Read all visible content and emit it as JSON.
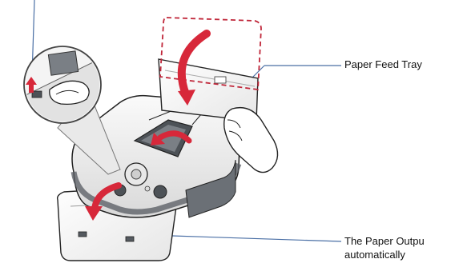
{
  "labels": {
    "paper_feed_tray": "Paper Feed Tray",
    "paper_output_line1": "The Paper Outpu",
    "paper_output_line2": "automatically"
  },
  "colors": {
    "callout_line": "#4a6fa5",
    "dashed_outline": "#c0273a",
    "arrow_fill": "#d7283a",
    "printer_body": "#f2f2f2",
    "printer_dark": "#555a60",
    "outline": "#222222"
  },
  "icons": {
    "up_arrow": "red-up-arrow-icon",
    "rotate_arrow": "red-curved-arrow-icon",
    "open_arrow": "red-down-curved-arrow-icon"
  }
}
